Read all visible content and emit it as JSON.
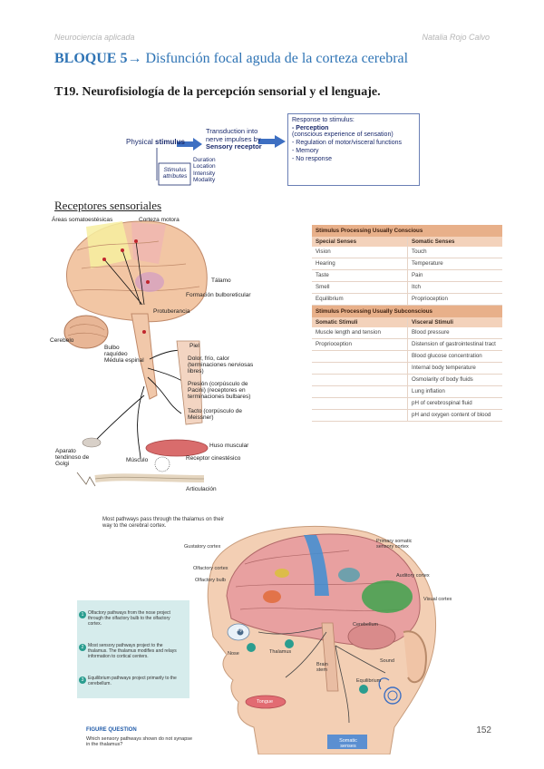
{
  "header": {
    "left": "Neurociencia aplicada",
    "right": "Natalia Rojo Calvo"
  },
  "bloque": {
    "label": "BLOQUE 5",
    "arrow": "→",
    "title": "Disfunción focal aguda de la corteza cerebral"
  },
  "tema": "T19. Neurofisiología de la percepción sensorial y el lenguaje.",
  "flowchart": {
    "physical_prefix": "Physical",
    "physical_bold": "stimulus",
    "transduction_l1": "Transduction into",
    "transduction_l2": "nerve impulses by",
    "transduction_bold": "Sensory receptor",
    "stimulus_attr_box": "Stimulus attributes",
    "attributes": [
      "Duration",
      "Location",
      "Intensity",
      "Modality"
    ],
    "response_title": "Response to stimulus:",
    "responses": [
      "- Perception",
      "(conscious experience of sensation)",
      "- Regulation of motor/visceral functions",
      "- Memory",
      "- No response"
    ]
  },
  "receptores_title": "Receptores sensoriales",
  "fig1": {
    "labels": {
      "areas": "Áreas somatoestésicas",
      "corteza_motora": "Corteza motora",
      "talamo": "Tálamo",
      "formacion": "Formación bulboreticular",
      "protuberancia": "Protuberancia",
      "cerebelo": "Cerebelo",
      "bulbo": "Bulbo raquídeo",
      "medula": "Médula espinal",
      "piel": "Piel",
      "dolor": "Dolor, frío, calor (terminaciones nerviosas libres)",
      "presion": "Presión (corpúsculo de Pacini) (receptores en terminaciones bulbares)",
      "tacto": "Tacto (corpúsculo de Meissner)",
      "huso": "Huso muscular",
      "aparato": "Aparato tendinoso de Golgi",
      "musculo": "Músculo",
      "receptor": "Receptor cinestésico",
      "articulacion": "Articulación"
    }
  },
  "table": {
    "conscious_title": "Stimulus Processing Usually Conscious",
    "conscious_cols": [
      "Special Senses",
      "Somatic Senses"
    ],
    "conscious_rows": [
      [
        "Vision",
        "Touch"
      ],
      [
        "Hearing",
        "Temperature"
      ],
      [
        "Taste",
        "Pain"
      ],
      [
        "Smell",
        "Itch"
      ],
      [
        "Equilibrium",
        "Proprioception"
      ]
    ],
    "subconscious_title": "Stimulus Processing Usually Subconscious",
    "subconscious_cols": [
      "Somatic Stimuli",
      "Visceral Stimuli"
    ],
    "subconscious_rows": [
      [
        "Muscle length and tension",
        "Blood pressure"
      ],
      [
        "Proprioception",
        "Distension of gastrointestinal tract"
      ],
      [
        "",
        "Blood glucose concentration"
      ],
      [
        "",
        "Internal body temperature"
      ],
      [
        "",
        "Osmolarity of body fluids"
      ],
      [
        "",
        "Lung inflation"
      ],
      [
        "",
        "pH of cerebrospinal fluid"
      ],
      [
        "",
        "pH and oxygen content of blood"
      ]
    ]
  },
  "fig2": {
    "caption": "Most pathways pass through the thalamus on their way to the cerebral cortex.",
    "labels": {
      "gustatory": "Gustatory cortex",
      "olfactory_cortex": "Olfactory cortex",
      "olfactory_bulb": "Olfactory bulb",
      "primary": "Primary somatic sensory cortex",
      "auditory": "Auditory cortex",
      "visual": "Visual cortex",
      "cerebellum": "Cerebellum",
      "eye": "Eye",
      "nose": "Nose",
      "thalamus": "Thalamus",
      "brain_stem": "Brain stem",
      "sound": "Sound",
      "equilibrium": "Equilibrium",
      "tongue": "Tongue",
      "somatic": "Somatic senses"
    },
    "steps": [
      {
        "num": "1",
        "text": "Olfactory pathways from the nose project through the olfactory bulb to the olfactory cortex."
      },
      {
        "num": "2",
        "text": "Most sensory pathways project to the thalamus. The thalamus modifies and relays information to cortical centers."
      },
      {
        "num": "3",
        "text": "Equilibrium pathways project primarily to the cerebellum."
      }
    ],
    "question_title": "FIGURE QUESTION",
    "question_text": "Which sensory pathways shown do not synapse in the thalamus?"
  },
  "page_number": "152",
  "colors": {
    "title_blue": "#2f74b5",
    "table_header": "#e8b08a",
    "step_panel": "#d6ecec"
  }
}
